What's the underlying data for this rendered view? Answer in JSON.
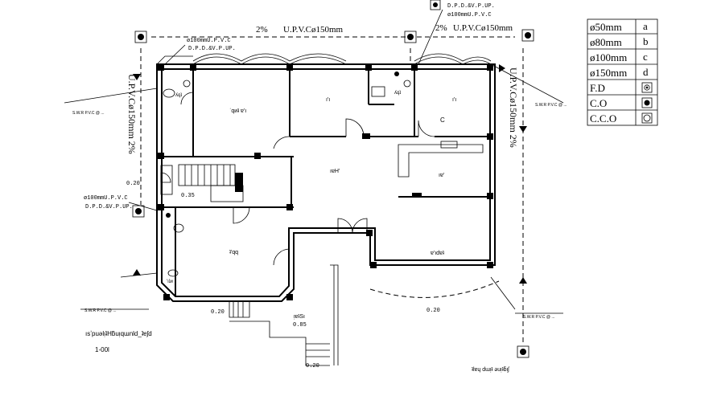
{
  "pipe_labels": {
    "top_slope_left": "2%",
    "top_pipe_left": "U.P.V.Cø150mm",
    "top_slope_right": "2%",
    "top_pipe_right": "U.P.V.Cø150mm",
    "right_pipe_vertical": "U.P.V.Cø150mm 2%",
    "left_pipe_vertical": "U.P.V.Cø150mm 2%",
    "dpd_top_left_1": "ø100mmU.P.V.C",
    "dpd_top_left_2": "D.P.D.&V.P.UP.",
    "dpd_top_right_1": "D.P.D.&V.P.UP.",
    "dpd_top_right_2": "ø100mmU.P.V.C",
    "dpd_mid_left_1": "ø100mmU.P.V.C",
    "dpd_mid_left_2": "D.P.D.&V.P.UP.",
    "connection_note": "S.W.R P.V.C @ ...",
    "letter_c": "C"
  },
  "room_labels": {
    "bedroom_1": "ʿqᴎʇ ɐ'ı",
    "bedroom_2": "ı'ı",
    "bedroom_3": "ı'ı",
    "bath": "ʎqʇ",
    "bath_2": "ʎqʇ",
    "hall": "ıɐH'",
    "kitchen": "ıɐ'",
    "lower_left": "ʇ'qq",
    "lower_right": "ɐ'ıdɐʇ",
    "stair_left": "'ıʇᴎ",
    "stair_mid": "ᴉɐʇSı"
  },
  "levels": {
    "l1": "0.20",
    "l2": "0.35",
    "l3": "0.20",
    "l4": "0.85",
    "l5": "0.20",
    "l6": "0.20"
  },
  "mirrored_title": {
    "line1": "ısʼpuǝlᴉʇHƃuᴉqɯnld_ʇɐʃd",
    "line2": "1-00l",
    "bottom_right": "ʇlɐɥ dɯᴉʇ ǝuᴉʇƃᴉʃ"
  },
  "legend": {
    "rows": [
      {
        "label": "ø50mm",
        "symbol": "a"
      },
      {
        "label": "ø80mm",
        "symbol": "b"
      },
      {
        "label": "ø100mm",
        "symbol": "c"
      },
      {
        "label": "ø150mm",
        "symbol": "d"
      },
      {
        "label": "F.D",
        "symbol": "fd-symbol"
      },
      {
        "label": "C.O",
        "symbol": "co-symbol"
      },
      {
        "label": "C.C.O",
        "symbol": "cco-symbol"
      }
    ]
  }
}
